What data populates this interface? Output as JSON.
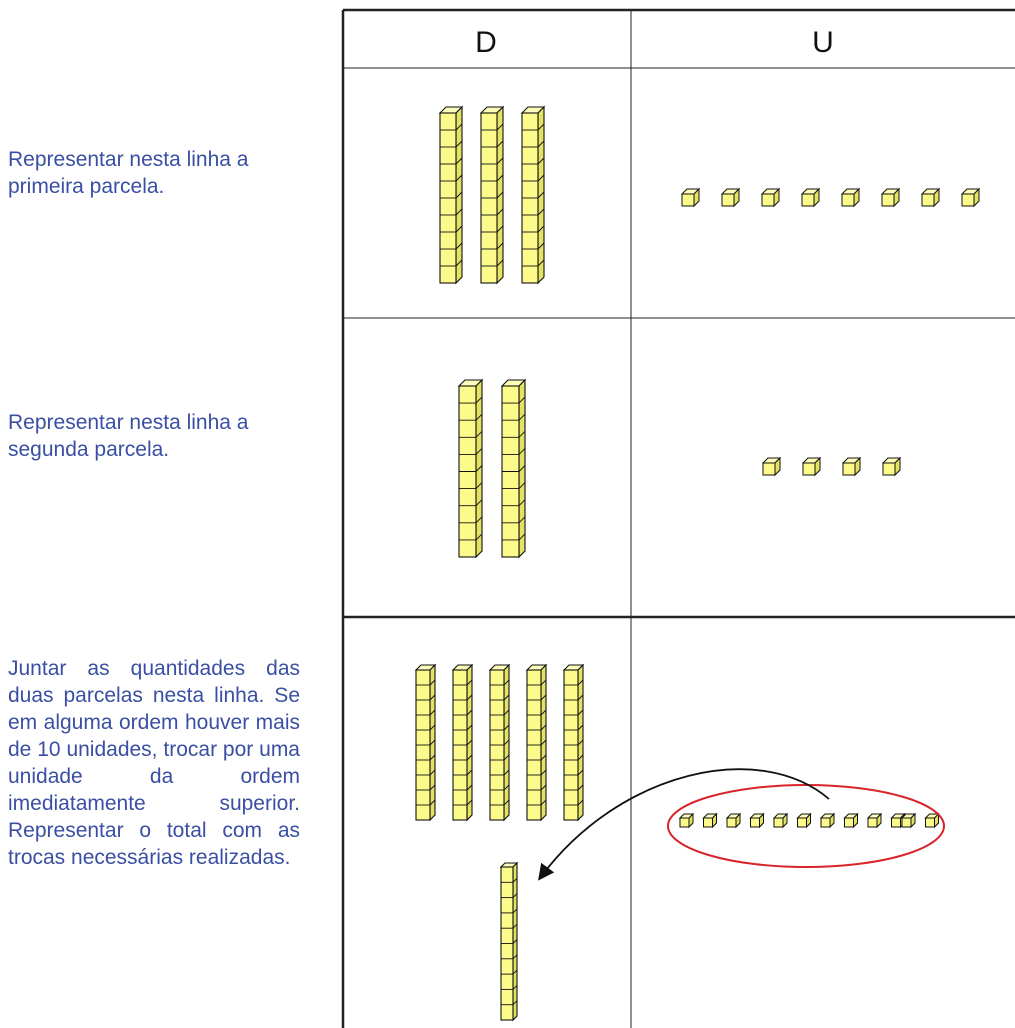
{
  "table": {
    "headers": [
      "D",
      "U"
    ]
  },
  "instructions": {
    "row1": "Representar nesta linha a primeira parcela.",
    "row2": "Representar nesta linha a segunda parcela.",
    "row3": "Juntar as quantidades das duas parcelas nesta linha. Se em alguma ordem houver mais de 10 unidades, trocar por uma unidade da ordem imediatamente superior. Representar o total com as trocas necessárias realizadas."
  },
  "rows": [
    {
      "tens_rods": 3,
      "unit_cubes": 8
    },
    {
      "tens_rods": 2,
      "unit_cubes": 4
    },
    {
      "tens_rods": 5,
      "unit_cubes": 12,
      "circled_units": 10,
      "exchanged_rods": 1
    }
  ],
  "colors": {
    "block_fill": "#fcfa8a",
    "block_side": "#e4e262",
    "block_top": "#fdfcb8",
    "outline": "#111111",
    "instruction_text": "#3a4fa3",
    "circle": "#d8242a",
    "arrow": "#111111"
  }
}
